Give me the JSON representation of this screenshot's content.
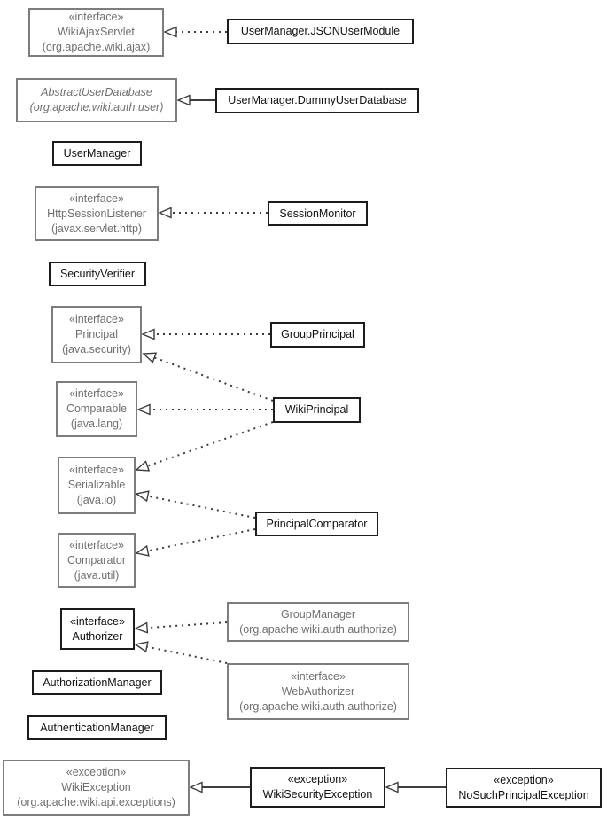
{
  "colors": {
    "background": "#ffffff",
    "class_border": "#1c1c1c",
    "class_text": "#111111",
    "external_border": "#7d7d7d",
    "external_text": "#6f6f6f",
    "edge": "#3c3c3c"
  },
  "nodes": {
    "wiki_ajax_servlet": {
      "stereotype": "«interface»",
      "name": "WikiAjaxServlet",
      "package": "(org.apache.wiki.ajax)"
    },
    "json_user_module": {
      "name": "UserManager.JSONUserModule"
    },
    "abstract_user_database": {
      "name": "AbstractUserDatabase",
      "package": "(org.apache.wiki.auth.user)"
    },
    "dummy_user_database": {
      "name": "UserManager.DummyUserDatabase"
    },
    "user_manager": {
      "name": "UserManager"
    },
    "http_session_listener": {
      "stereotype": "«interface»",
      "name": "HttpSessionListener",
      "package": "(javax.servlet.http)"
    },
    "session_monitor": {
      "name": "SessionMonitor"
    },
    "security_verifier": {
      "name": "SecurityVerifier"
    },
    "principal": {
      "stereotype": "«interface»",
      "name": "Principal",
      "package": "(java.security)"
    },
    "group_principal": {
      "name": "GroupPrincipal"
    },
    "comparable": {
      "stereotype": "«interface»",
      "name": "Comparable",
      "package": "(java.lang)"
    },
    "wiki_principal": {
      "name": "WikiPrincipal"
    },
    "serializable": {
      "stereotype": "«interface»",
      "name": "Serializable",
      "package": "(java.io)"
    },
    "principal_comparator": {
      "name": "PrincipalComparator"
    },
    "comparator": {
      "stereotype": "«interface»",
      "name": "Comparator",
      "package": "(java.util)"
    },
    "authorizer": {
      "stereotype": "«interface»",
      "name": "Authorizer"
    },
    "group_manager": {
      "name": "GroupManager",
      "package": "(org.apache.wiki.auth.authorize)"
    },
    "web_authorizer": {
      "stereotype": "«interface»",
      "name": "WebAuthorizer",
      "package": "(org.apache.wiki.auth.authorize)"
    },
    "authorization_manager": {
      "name": "AuthorizationManager"
    },
    "authentication_manager": {
      "name": "AuthenticationManager"
    },
    "wiki_exception": {
      "stereotype": "«exception»",
      "name": "WikiException",
      "package": "(org.apache.wiki.api.exceptions)"
    },
    "wiki_security_exception": {
      "stereotype": "«exception»",
      "name": "WikiSecurityException"
    },
    "no_such_principal_exception": {
      "stereotype": "«exception»",
      "name": "NoSuchPrincipalException"
    }
  },
  "edges": [
    {
      "from": "UserManager.JSONUserModule",
      "to": "WikiAjaxServlet",
      "line": "dotted",
      "arrow": "open-triangle"
    },
    {
      "from": "UserManager.DummyUserDatabase",
      "to": "AbstractUserDatabase",
      "line": "solid",
      "arrow": "open-triangle"
    },
    {
      "from": "SessionMonitor",
      "to": "HttpSessionListener",
      "line": "dotted",
      "arrow": "open-triangle"
    },
    {
      "from": "GroupPrincipal",
      "to": "Principal",
      "line": "dotted",
      "arrow": "open-triangle"
    },
    {
      "from": "WikiPrincipal",
      "to": "Principal",
      "line": "dotted",
      "arrow": "open-triangle"
    },
    {
      "from": "WikiPrincipal",
      "to": "Comparable",
      "line": "dotted",
      "arrow": "open-triangle"
    },
    {
      "from": "WikiPrincipal",
      "to": "Serializable",
      "line": "dotted",
      "arrow": "open-triangle"
    },
    {
      "from": "PrincipalComparator",
      "to": "Serializable",
      "line": "dotted",
      "arrow": "open-triangle"
    },
    {
      "from": "PrincipalComparator",
      "to": "Comparator",
      "line": "dotted",
      "arrow": "open-triangle"
    },
    {
      "from": "GroupManager",
      "to": "Authorizer",
      "line": "dotted",
      "arrow": "open-triangle"
    },
    {
      "from": "WebAuthorizer",
      "to": "Authorizer",
      "line": "dotted",
      "arrow": "open-triangle"
    },
    {
      "from": "WikiSecurityException",
      "to": "WikiException",
      "line": "solid",
      "arrow": "open-triangle"
    },
    {
      "from": "NoSuchPrincipalException",
      "to": "WikiSecurityException",
      "line": "solid",
      "arrow": "open-triangle"
    }
  ]
}
